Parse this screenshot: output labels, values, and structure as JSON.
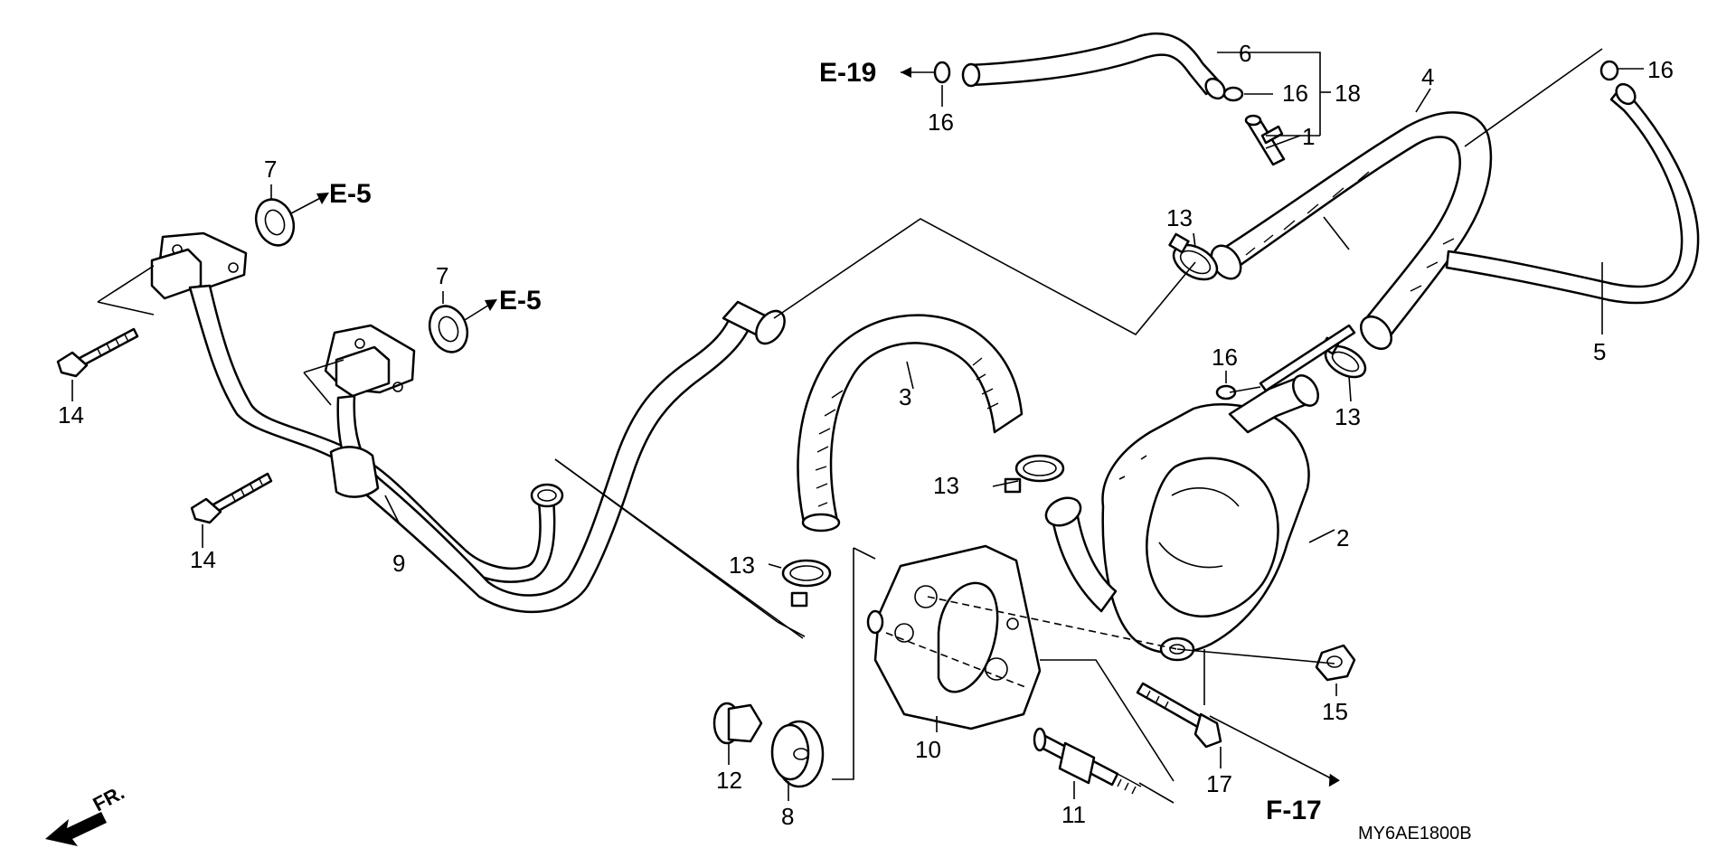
{
  "diagram": {
    "code": "MY6AE1800B",
    "front_indicator": "FR.",
    "references": {
      "e19": "E-19",
      "e5_upper": "E-5",
      "e5_lower": "E-5",
      "f17": "F-17"
    },
    "callouts": {
      "p1": "1",
      "p2": "2",
      "p3": "3",
      "p4": "4",
      "p5": "5",
      "p6": "6",
      "p7a": "7",
      "p7b": "7",
      "p8": "8",
      "p9": "9",
      "p10": "10",
      "p11": "11",
      "p12": "12",
      "p13a": "13",
      "p13b": "13",
      "p13c": "13",
      "p13d": "13",
      "p14a": "14",
      "p14b": "14",
      "p15": "15",
      "p16a": "16",
      "p16b": "16",
      "p16c": "16",
      "p16d": "16",
      "p17": "17",
      "p18": "18"
    },
    "colors": {
      "ink": "#000000",
      "paper": "#ffffff"
    }
  }
}
